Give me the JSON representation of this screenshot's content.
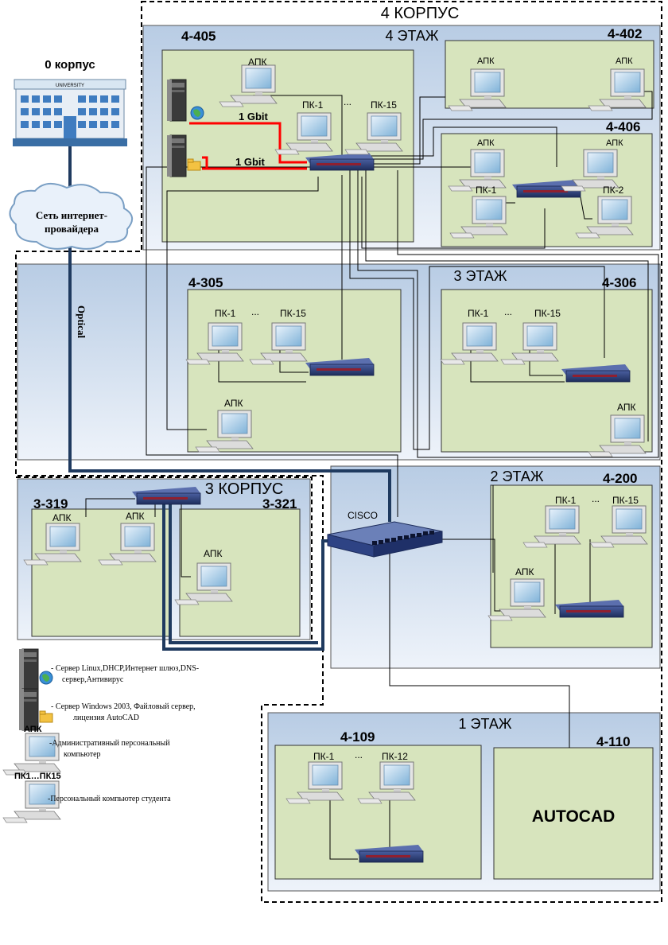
{
  "buildings": {
    "building0": "0 корпус",
    "building4": "4 КОРПУС",
    "building3": "3 КОРПУС"
  },
  "floors": {
    "floor4": "4 ЭТАЖ",
    "floor3": "3 ЭТАЖ",
    "floor2": "2 ЭТАЖ",
    "floor1": "1 ЭТАЖ"
  },
  "rooms": {
    "r405": "4-405",
    "r402": "4-402",
    "r406": "4-406",
    "r305": "4-305",
    "r306": "4-306",
    "r200": "4-200",
    "r109": "4-109",
    "r110": "4-110",
    "r319": "3-319",
    "r321": "3-321"
  },
  "labels": {
    "apk": "АПК",
    "pc1": "ПК-1",
    "pc2": "ПК-2",
    "pc12": "ПК-12",
    "pc15": "ПК-15",
    "dots": "...",
    "gbit": "1 Gbit",
    "cloud_line1": "Сеть интернет-",
    "cloud_line2": "провайдера",
    "optical": "Optical",
    "cisco": "CISCO",
    "autocad": "AUTOCAD",
    "university": "UNIVERSITY"
  },
  "legend": {
    "server_linux_l1": "- Сервер Linux,DHCP,Интернет шлюз,DNS-",
    "server_linux_l2": "сервер,Антивирус",
    "server_win_l1": "- Сервер Windows 2003, Файловый сервер,",
    "server_win_l2": "лицензия AutoCAD",
    "apk_title": "АПК",
    "apk_desc_l1": "-Административный персональный",
    "apk_desc_l2": "компьютер",
    "pc_title": "ПК1…ПК15",
    "pc_desc": "-Персональный компьютер студента"
  },
  "colors": {
    "room_fill": "#d7e4bd",
    "floor_gradient_top": "#b8cce4",
    "switch": "#2c3f7a",
    "gbit_link": "#ff0000",
    "optical_link": "#1f3a5f"
  }
}
